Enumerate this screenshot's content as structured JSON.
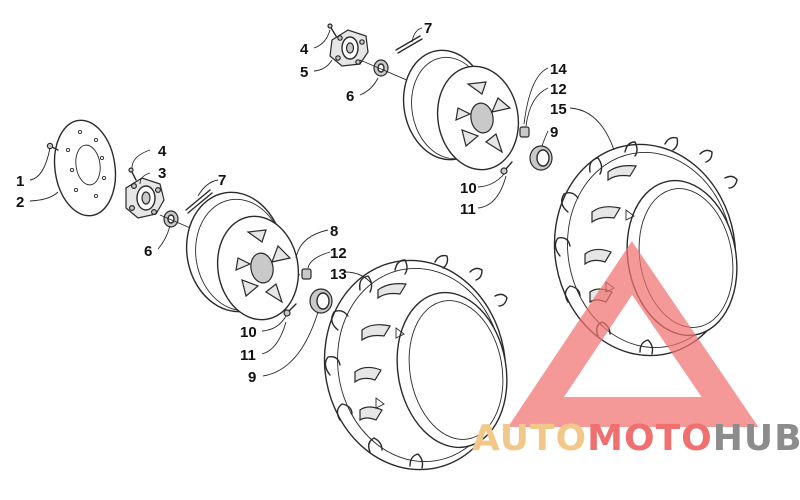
{
  "diagram": {
    "callouts": {
      "front_1": "1",
      "front_2": "2",
      "front_3": "3",
      "front_4": "4",
      "front_6": "6",
      "front_7": "7",
      "front_8": "8",
      "front_9": "9",
      "front_10": "10",
      "front_11": "11",
      "front_12": "12",
      "front_13": "13",
      "rear_4": "4",
      "rear_5": "5",
      "rear_6": "6",
      "rear_7": "7",
      "rear_9": "9",
      "rear_10": "10",
      "rear_11": "11",
      "rear_12": "12",
      "rear_14": "14",
      "rear_15": "15"
    }
  },
  "watermark": {
    "part1": "AUTO",
    "part2": "MOTO",
    "part3": "HUB",
    "colors": {
      "triangle": "#f07070",
      "auto": "#f2c88a",
      "moto": "#f07070",
      "hub": "#8c8c8c"
    }
  }
}
